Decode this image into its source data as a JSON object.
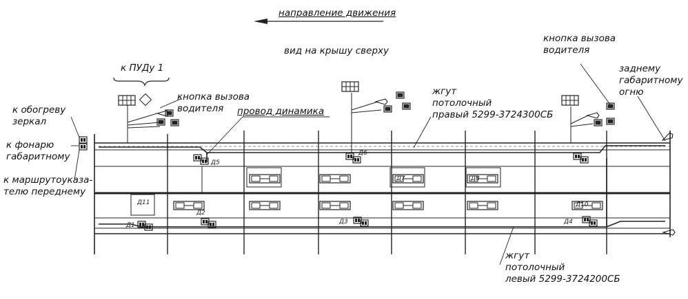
{
  "title": "направление движения",
  "subtitle": "вид на крышу сверху",
  "labels": {
    "pudu": "к ПУДу 1",
    "driver_call_left": [
      "кнопка вызова",
      "водителя"
    ],
    "driver_call_right": [
      "кнопка вызова",
      "водителя"
    ],
    "speaker_wire": "провод динамика",
    "harness_right": [
      "жгут",
      "потолочный",
      "правый 5299-3724300СБ"
    ],
    "harness_left": [
      "жгут",
      "потолочный",
      "левый 5299-3724200СБ"
    ],
    "mirror_heat": [
      "к обогреву",
      "зеркал"
    ],
    "clearance_lamp": [
      "к фонарю",
      "габаритному"
    ],
    "route_indicator": [
      "к маршрутоуказа-",
      "телю переднему"
    ],
    "rear_clearance": [
      "заднему",
      "габаритному",
      "огню"
    ]
  },
  "tags": [
    "Д5",
    "Д6",
    "Д7",
    "Д8",
    "Д1",
    "Д2",
    "Д3",
    "Д4",
    "Д11",
    "Д10"
  ],
  "colors": {
    "line": "#222222",
    "background": "#ffffff"
  }
}
